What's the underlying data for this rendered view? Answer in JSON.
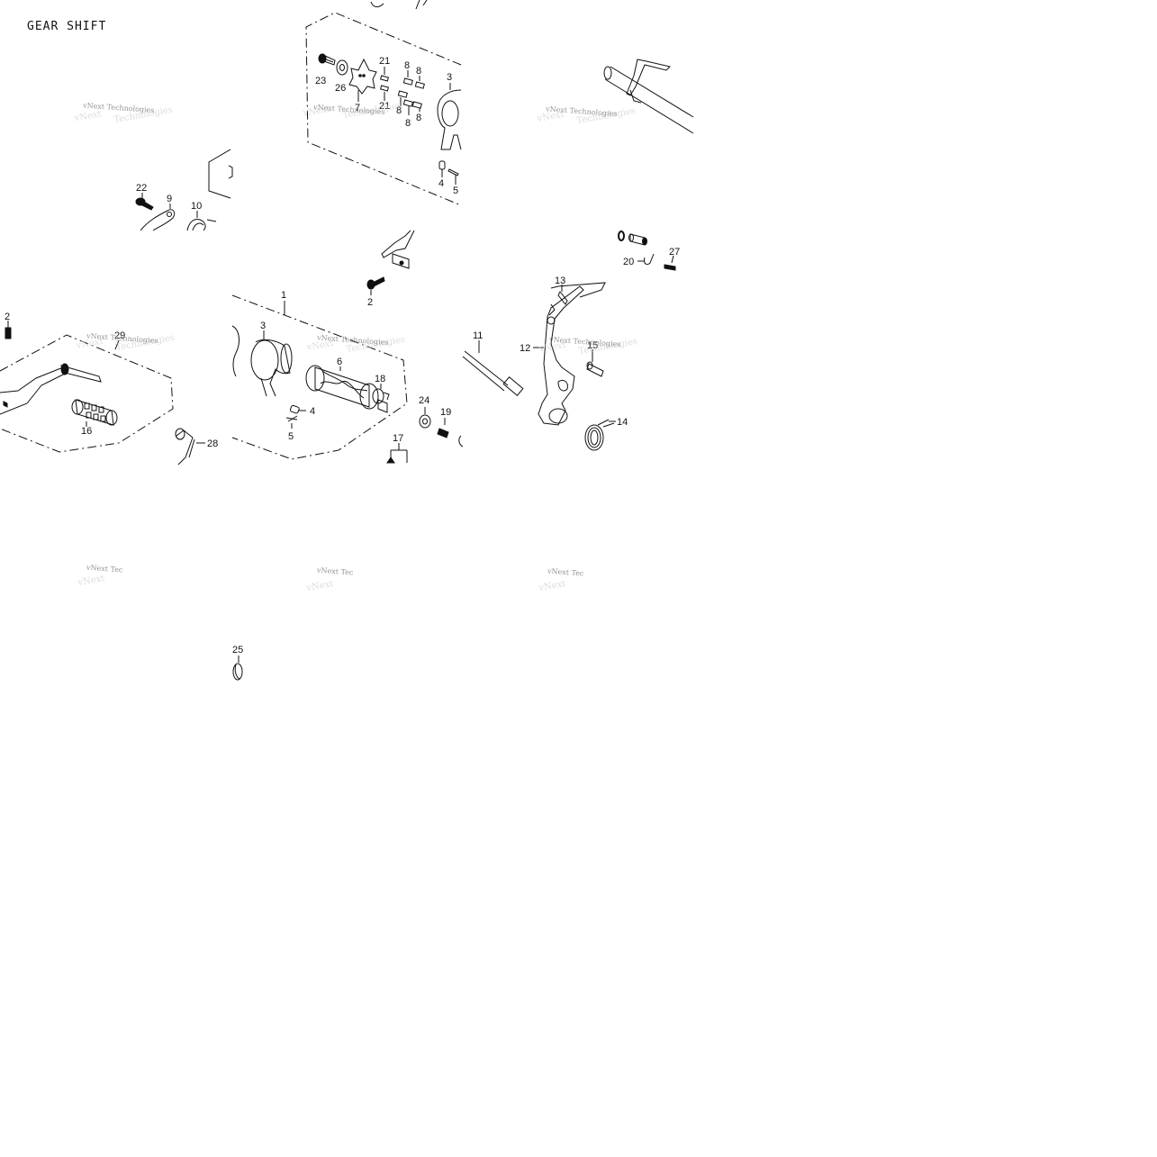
{
  "title": "GEAR SHIFT",
  "callouts": [
    {
      "id": "c1",
      "text": "1"
    },
    {
      "id": "c2a",
      "text": "2"
    },
    {
      "id": "c2b",
      "text": "2"
    },
    {
      "id": "c3a",
      "text": "3"
    },
    {
      "id": "c3b",
      "text": "3"
    },
    {
      "id": "c4a",
      "text": "4"
    },
    {
      "id": "c4b",
      "text": "4"
    },
    {
      "id": "c5a",
      "text": "5"
    },
    {
      "id": "c5b",
      "text": "5"
    },
    {
      "id": "c6",
      "text": "6"
    },
    {
      "id": "c7",
      "text": "7"
    },
    {
      "id": "c8a",
      "text": "8"
    },
    {
      "id": "c8b",
      "text": "8"
    },
    {
      "id": "c8c",
      "text": "8"
    },
    {
      "id": "c8d",
      "text": "8"
    },
    {
      "id": "c8e",
      "text": "8"
    },
    {
      "id": "c9",
      "text": "9"
    },
    {
      "id": "c10",
      "text": "10"
    },
    {
      "id": "c11",
      "text": "11"
    },
    {
      "id": "c12",
      "text": "12"
    },
    {
      "id": "c13",
      "text": "13"
    },
    {
      "id": "c14",
      "text": "14"
    },
    {
      "id": "c15",
      "text": "15"
    },
    {
      "id": "c16",
      "text": "16"
    },
    {
      "id": "c17",
      "text": "17"
    },
    {
      "id": "c18",
      "text": "18"
    },
    {
      "id": "c19",
      "text": "19"
    },
    {
      "id": "c20",
      "text": "20"
    },
    {
      "id": "c21a",
      "text": "21"
    },
    {
      "id": "c21b",
      "text": "21"
    },
    {
      "id": "c22",
      "text": "22"
    },
    {
      "id": "c23",
      "text": "23"
    },
    {
      "id": "c24",
      "text": "24"
    },
    {
      "id": "c25",
      "text": "25"
    },
    {
      "id": "c26",
      "text": "26"
    },
    {
      "id": "c27",
      "text": "27"
    },
    {
      "id": "c28",
      "text": "28"
    },
    {
      "id": "c29",
      "text": "29"
    }
  ],
  "watermark": {
    "full": "vNext Technologies",
    "partial": "vNext Tec"
  }
}
